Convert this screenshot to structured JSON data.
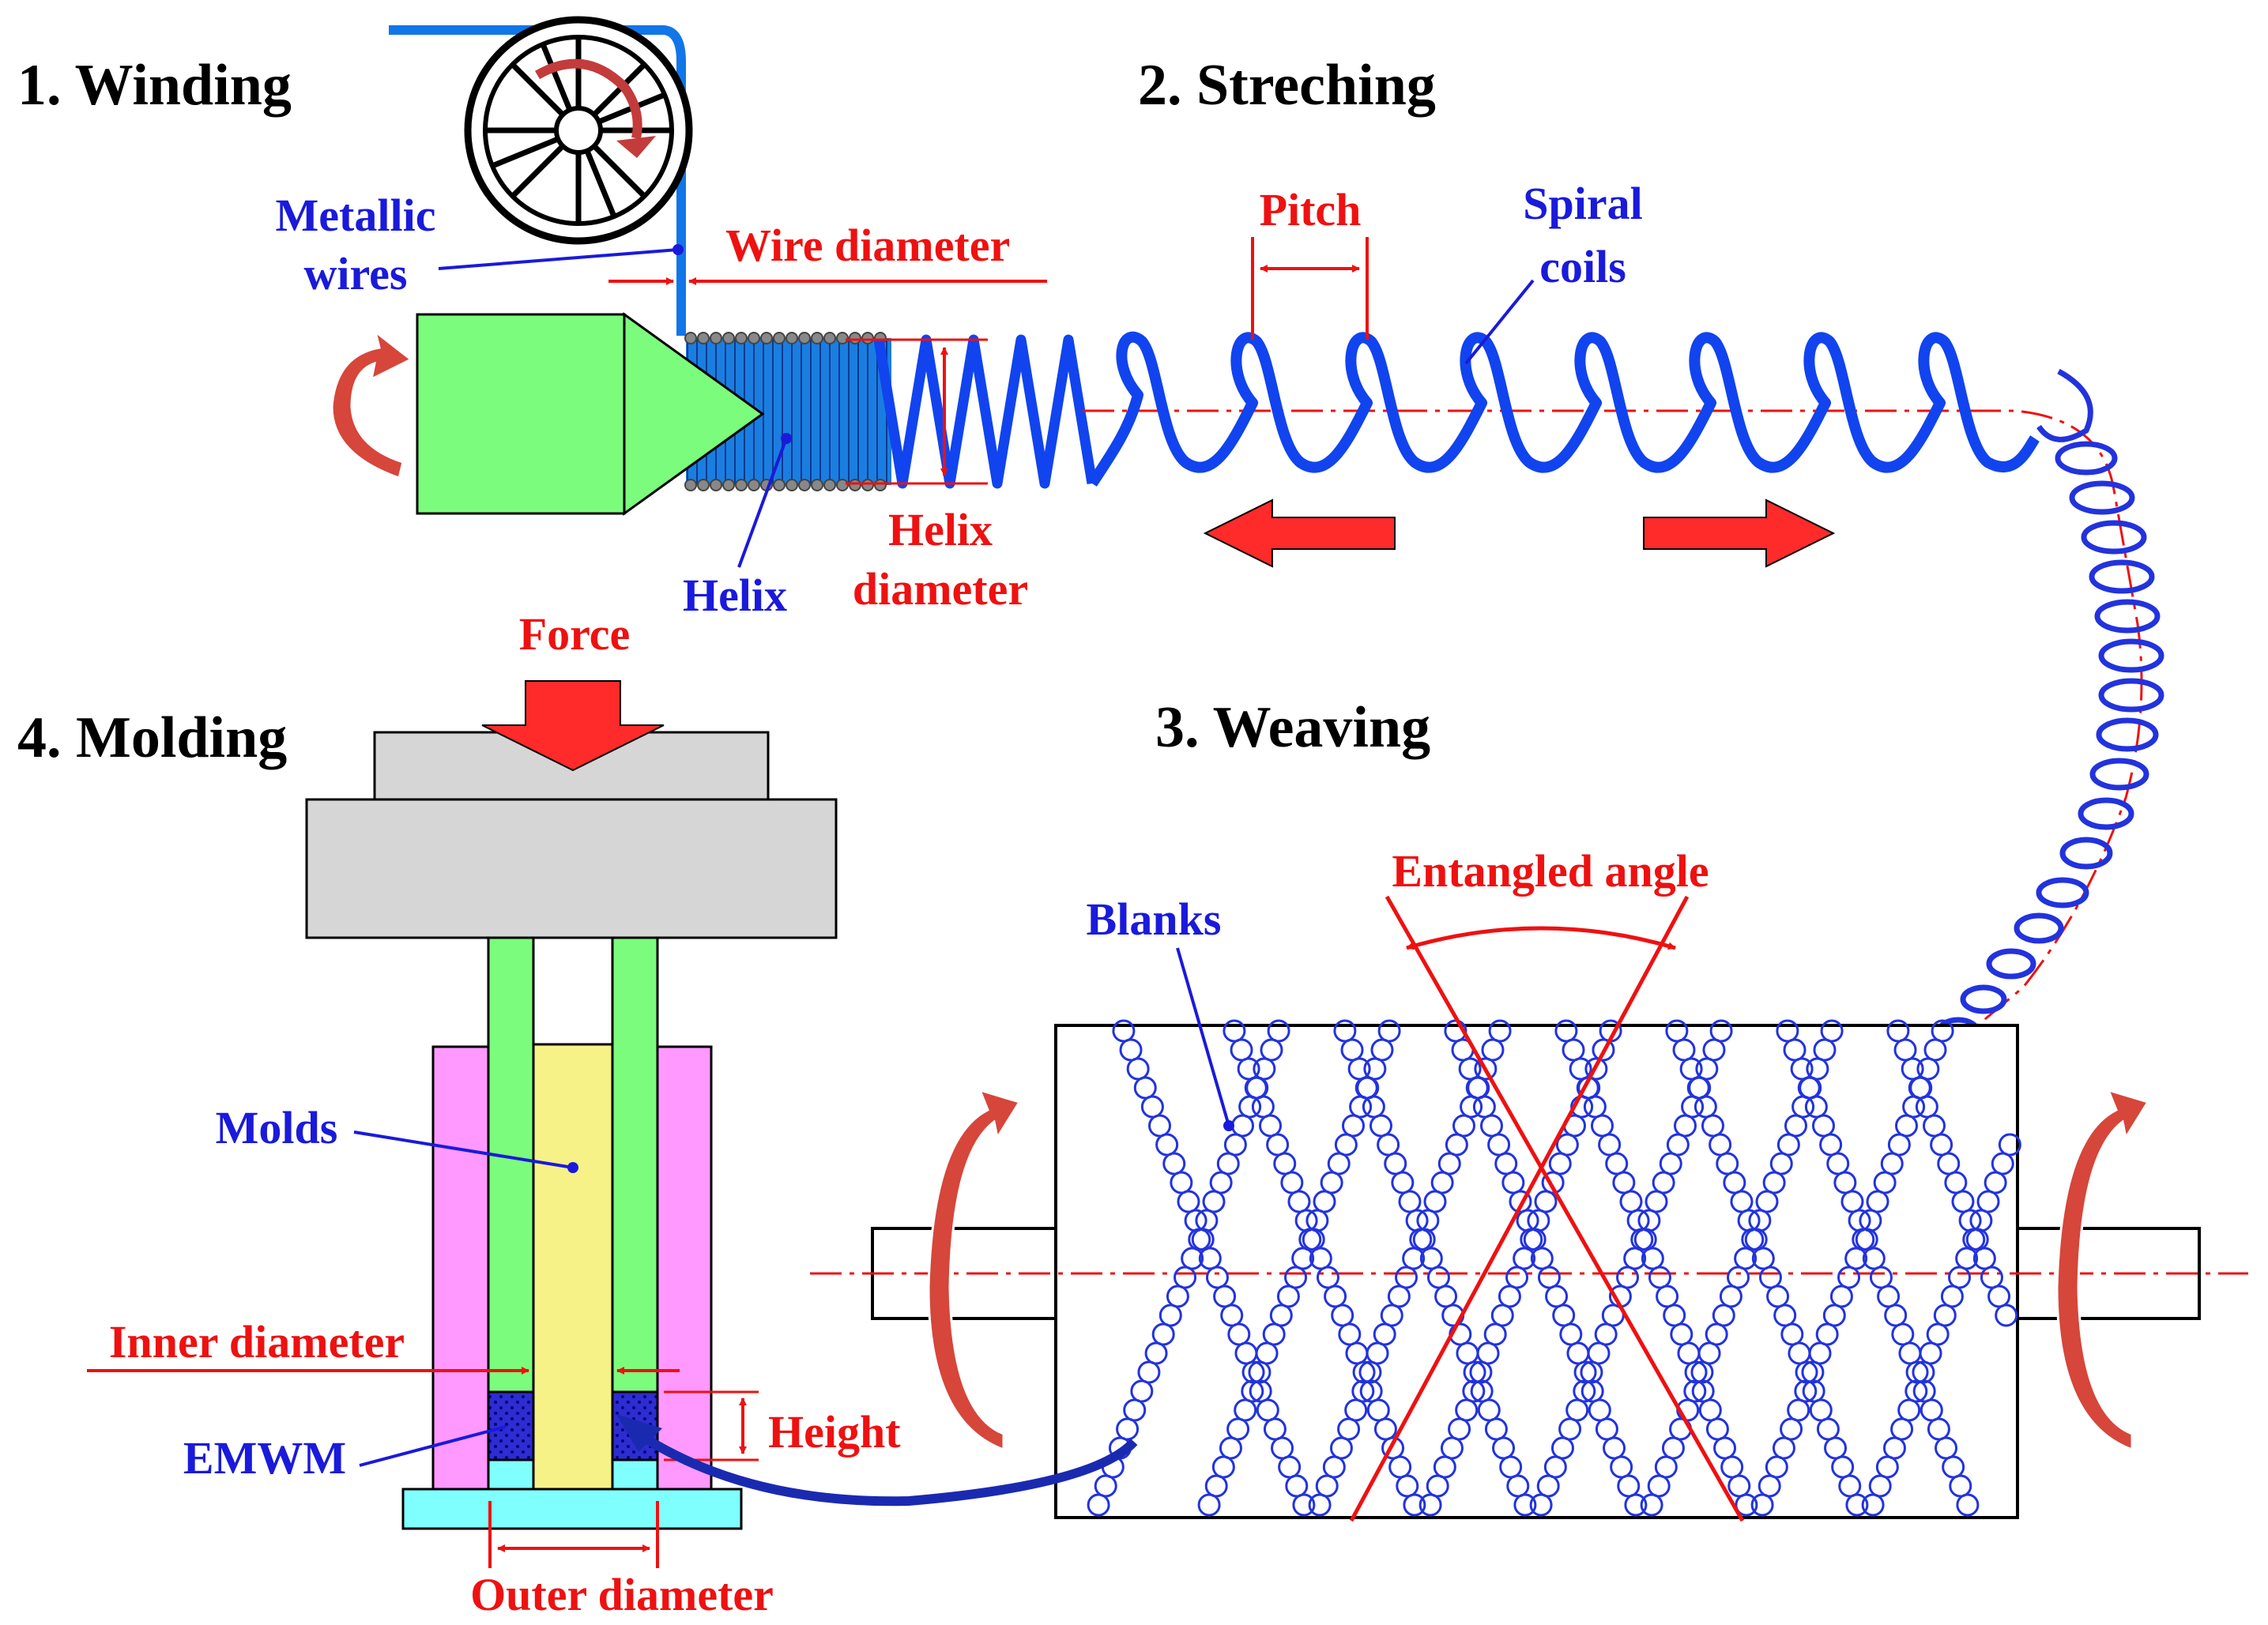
{
  "colors": {
    "label_blue": "#1a1adb",
    "label_red": "#ee1111",
    "wire_blue": "#1144ee",
    "spring_blue": "#2233dd",
    "arrow_red": "#ff2a2a",
    "dark_red_arrow": "#d6463a",
    "green": "#7cfc7c",
    "pink": "#ff99ff",
    "yellow": "#f6f287",
    "cyan": "#80ffff",
    "grey": "#d6d6d6",
    "mesh_blue": "#2d2dd0",
    "helix_fill": "#1a7ee0"
  },
  "titles": {
    "winding": "1. Winding",
    "stretching": "2. Streching",
    "weaving": "3. Weaving",
    "molding": "4. Molding"
  },
  "winding": {
    "metallic_line1": "Metallic",
    "metallic_line2": "wires",
    "wire_diameter": "Wire diameter",
    "helix": "Helix",
    "helix_diameter_line1": "Helix",
    "helix_diameter_line2": "diameter"
  },
  "stretching": {
    "pitch": "Pitch",
    "spiral_line1": "Spiral",
    "spiral_line2": "coils"
  },
  "weaving": {
    "entangled_angle": "Entangled angle",
    "blanks": "Blanks"
  },
  "molding": {
    "force": "Force",
    "molds": "Molds",
    "inner_diameter": "Inner diameter",
    "height": "Height",
    "emwm": "EMWM",
    "outer_diameter": "Outer diameter"
  },
  "icons": {
    "spool": "spool-wheel-icon",
    "rotation": "rotation-arrow-icon"
  }
}
